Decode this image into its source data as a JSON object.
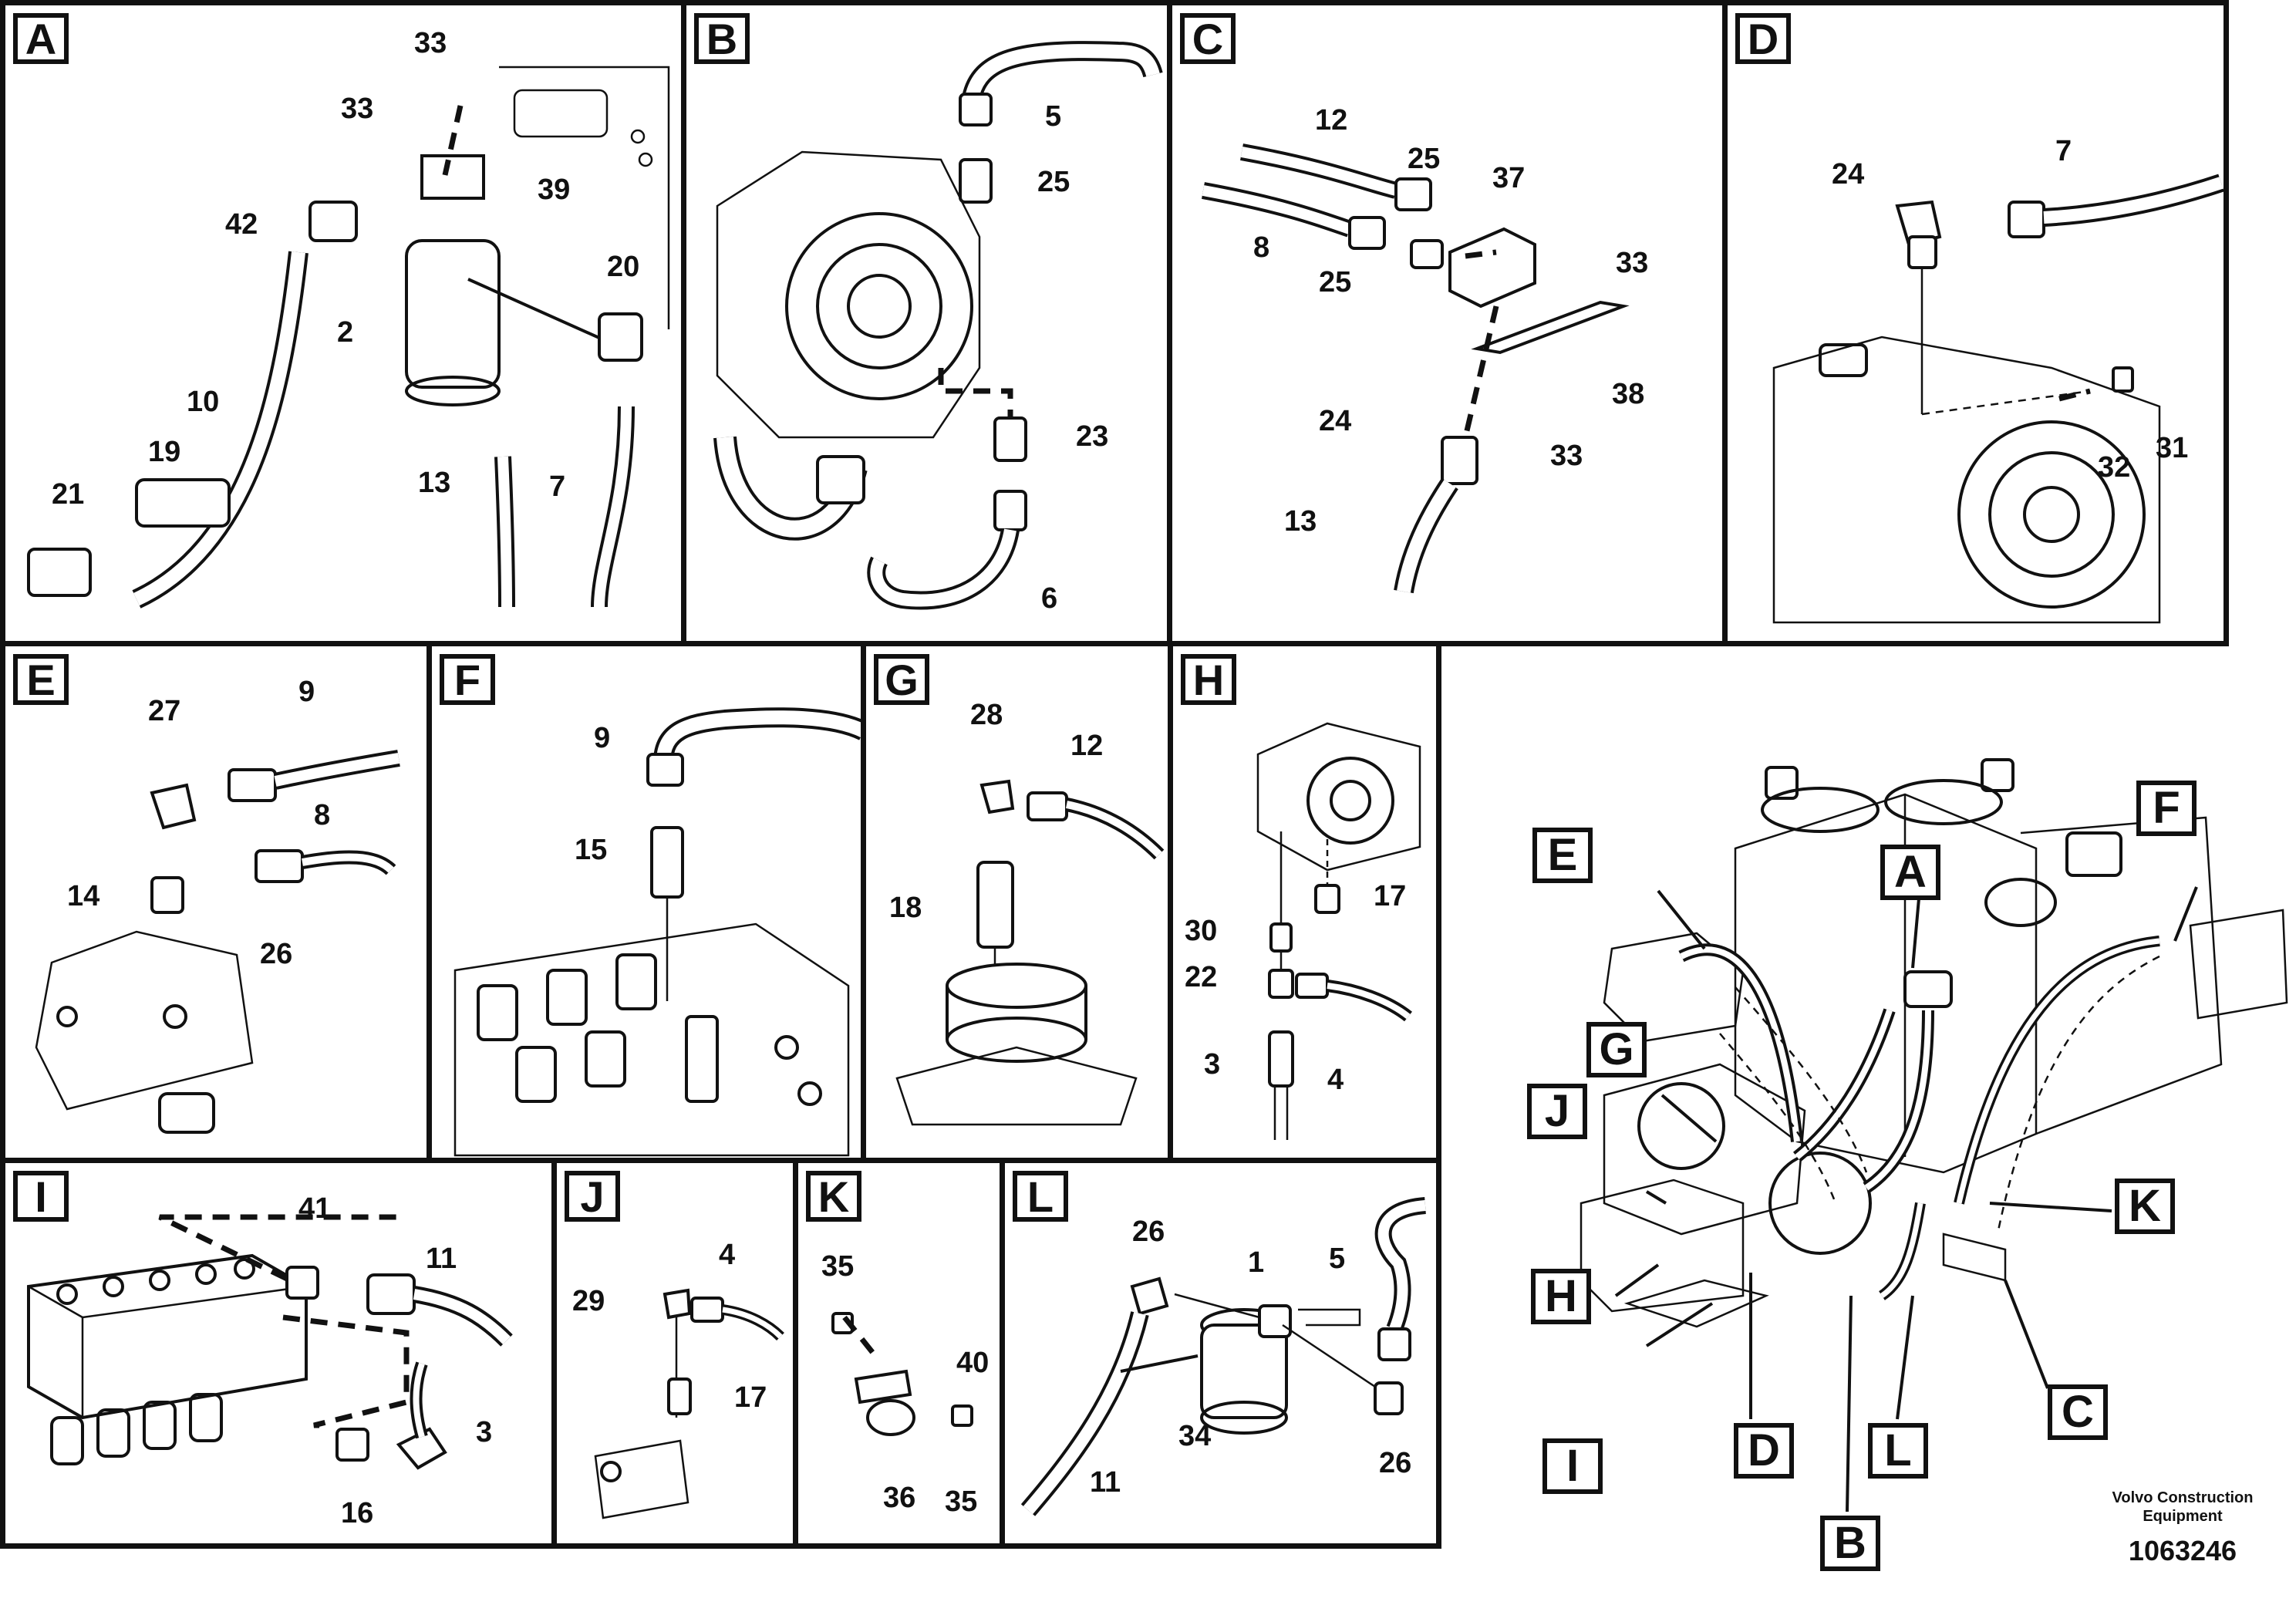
{
  "panels": [
    {
      "id": "A",
      "label": "A",
      "callouts": [
        "33",
        "33",
        "39",
        "42",
        "20",
        "2",
        "10",
        "19",
        "21",
        "13",
        "7"
      ]
    },
    {
      "id": "B",
      "label": "B",
      "callouts": [
        "5",
        "25",
        "23",
        "6"
      ]
    },
    {
      "id": "C",
      "label": "C",
      "callouts": [
        "12",
        "25",
        "37",
        "8",
        "25",
        "33",
        "38",
        "24",
        "33",
        "13"
      ]
    },
    {
      "id": "D",
      "label": "D",
      "callouts": [
        "24",
        "7",
        "32",
        "31"
      ]
    },
    {
      "id": "E",
      "label": "E",
      "callouts": [
        "27",
        "9",
        "8",
        "14",
        "26"
      ]
    },
    {
      "id": "F",
      "label": "F",
      "callouts": [
        "9",
        "15"
      ]
    },
    {
      "id": "G",
      "label": "G",
      "callouts": [
        "28",
        "12",
        "18"
      ]
    },
    {
      "id": "H",
      "label": "H",
      "callouts": [
        "17",
        "30",
        "22",
        "3",
        "4"
      ]
    },
    {
      "id": "I",
      "label": "I",
      "callouts": [
        "41",
        "11",
        "3",
        "16"
      ]
    },
    {
      "id": "J",
      "label": "J",
      "callouts": [
        "4",
        "29",
        "17"
      ]
    },
    {
      "id": "K",
      "label": "K",
      "callouts": [
        "35",
        "40",
        "36",
        "35"
      ]
    },
    {
      "id": "L",
      "label": "L",
      "callouts": [
        "26",
        "1",
        "5",
        "11",
        "34",
        "26"
      ]
    }
  ],
  "overview_badges": [
    "E",
    "A",
    "F",
    "G",
    "J",
    "K",
    "H",
    "I",
    "D",
    "B",
    "L",
    "C"
  ],
  "footer": {
    "company_line1": "Volvo Construction",
    "company_line2": "Equipment",
    "drawing_number": "1063246"
  }
}
